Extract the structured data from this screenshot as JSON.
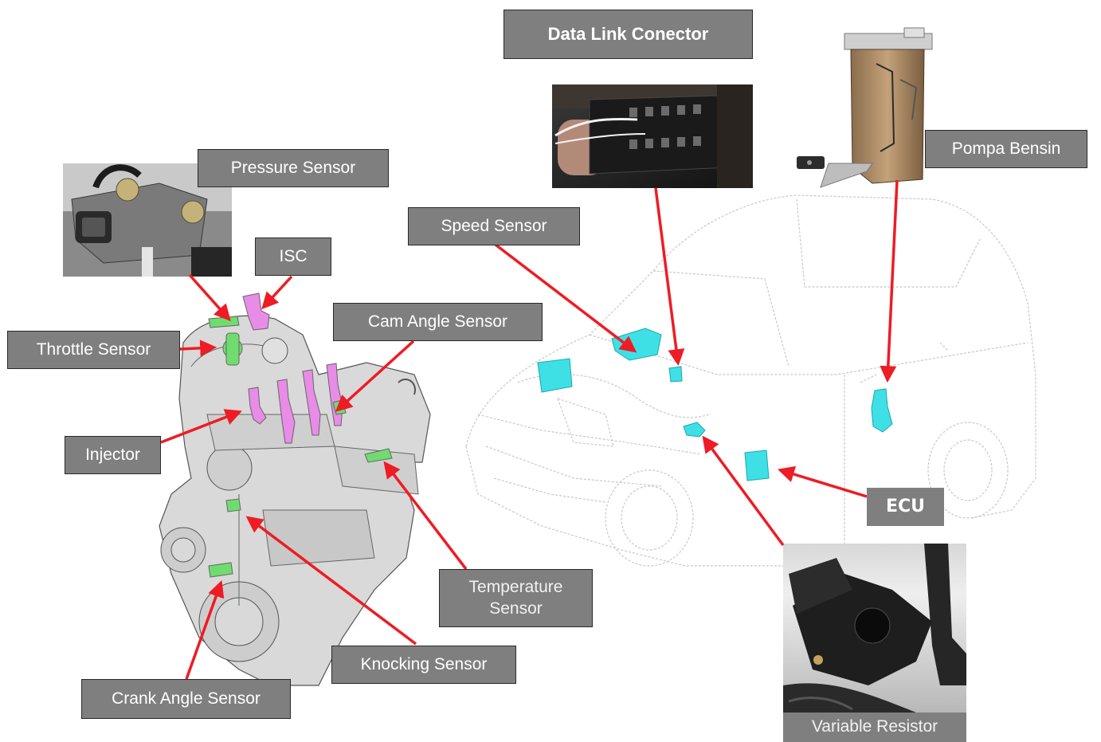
{
  "labels": {
    "data_link_connector": "Data Link Conector",
    "pompa_bensin": "Pompa Bensin",
    "pressure_sensor": "Pressure Sensor",
    "speed_sensor": "Speed Sensor",
    "isc": "ISC",
    "cam_angle_sensor": "Cam Angle Sensor",
    "throttle_sensor": "Throttle Sensor",
    "injector": "Injector",
    "ecu": "ECU",
    "temperature_sensor": "Temperature Sensor",
    "knocking_sensor": "Knocking Sensor",
    "crank_angle_sensor": "Crank Angle Sensor",
    "variable_resistor": "Variable Resistor"
  },
  "colors": {
    "label_fill": "#7f7f7f",
    "arrow": "#ee1c24",
    "component_cyan": "#3ee0e6",
    "component_pink": "#e88ce8",
    "component_green": "#6fdc6f",
    "engine_fill": "#d9d9d9"
  }
}
